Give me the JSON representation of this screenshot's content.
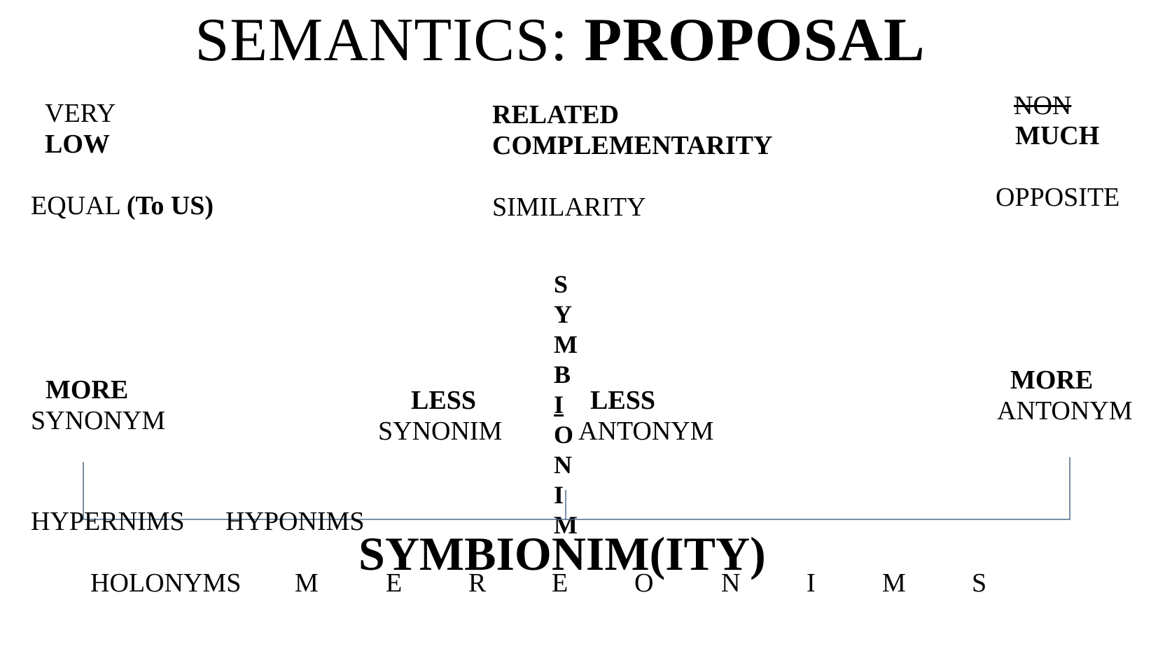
{
  "title": {
    "part1": "SEMANTICS: ",
    "part2": "PROPOSAL"
  },
  "top_left": {
    "line1": "VERY",
    "line2": "LOW",
    "term": "EQUAL",
    "qualifier": "(To US)"
  },
  "top_center": {
    "line1": "RELATED",
    "line2": "COMPLEMENTARITY",
    "term": "SIMILARITY"
  },
  "top_right": {
    "line1": "NON",
    "line2": "MUCH",
    "term": "OPPOSITE"
  },
  "mid_left": {
    "degree": "MORE",
    "term": "SYNONYM"
  },
  "mid_center_left": {
    "degree": "LESS",
    "term": "SYNONIM"
  },
  "mid_center_right": {
    "degree": "LESS",
    "term": "ANTONYM"
  },
  "mid_right": {
    "degree": "MORE",
    "term": "ANTONYM"
  },
  "vertical_word": [
    "S",
    "Y",
    "M",
    "B",
    "I",
    "O",
    "N",
    "I",
    "M"
  ],
  "bottom": {
    "hypernims": "HYPERNIMS",
    "hyponims": "HYPONIMS",
    "center_term": "SYMBIONIM(ITY)",
    "holonyms": "HOLONYMS",
    "meronims_letters": [
      "M",
      "E",
      "R",
      "E",
      "O",
      "N",
      "I",
      "M",
      "S"
    ]
  },
  "colors": {
    "text": "#000000",
    "connector_line": "#4a6b8a"
  }
}
